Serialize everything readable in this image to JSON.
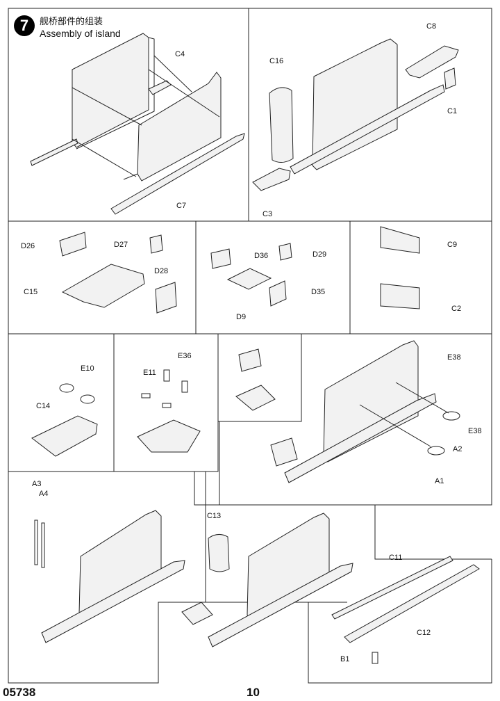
{
  "step": {
    "number": "7",
    "title_cn": "舰桥部件的组装",
    "title_en": "Assembly of island"
  },
  "footer": {
    "code": "05738",
    "page": "10"
  },
  "labels": {
    "C4": "C4",
    "C7": "C7",
    "C8": "C8",
    "C16": "C16",
    "C1": "C1",
    "C3": "C3",
    "D26": "D26",
    "D27": "D27",
    "D28": "D28",
    "C15": "C15",
    "D36": "D36",
    "D29": "D29",
    "D35": "D35",
    "D9": "D9",
    "C9": "C9",
    "C2": "C2",
    "E10": "E10",
    "C14": "C14",
    "E11": "E11",
    "E36": "E36",
    "E38a": "E38",
    "E38b": "E38",
    "A2": "A2",
    "A1": "A1",
    "A3": "A3",
    "A4": "A4",
    "C13": "C13",
    "C11": "C11",
    "C12": "C12",
    "B1": "B1"
  }
}
